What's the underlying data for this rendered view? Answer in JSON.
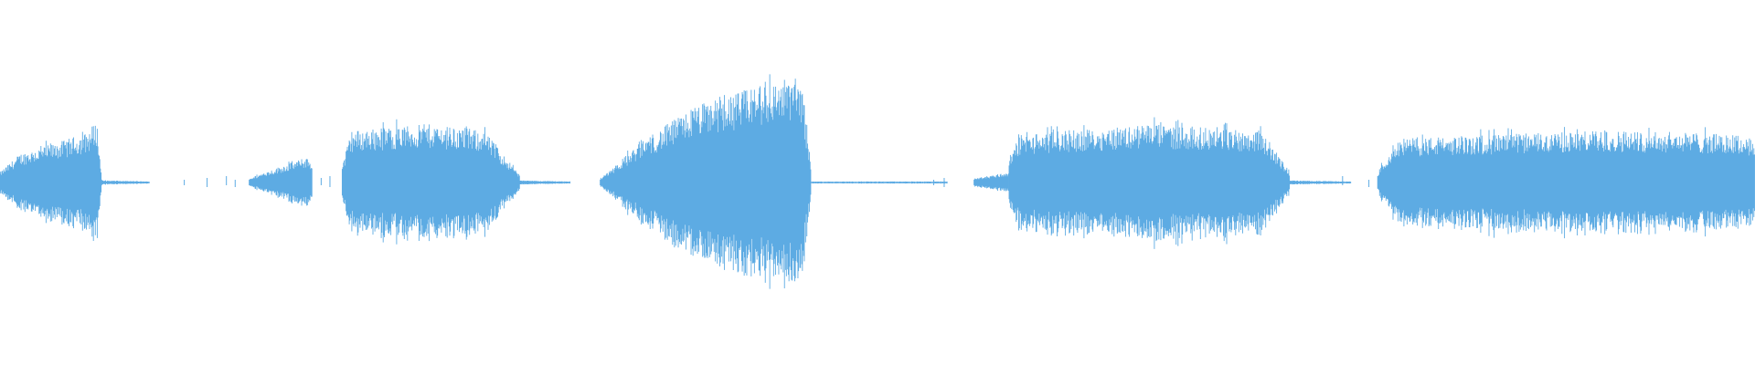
{
  "waveform": {
    "color": "#5dabe3",
    "background": "#ffffff",
    "duration_seconds": 100,
    "amplitude_range": [
      -1,
      1
    ],
    "segments": [
      {
        "start_s": 0.0,
        "end_s": 5.8,
        "shape": [
          [
            0,
            0.05
          ],
          [
            0.2,
            0.14
          ],
          [
            0.55,
            0.19
          ],
          [
            0.85,
            0.24
          ],
          [
            0.95,
            0.3
          ],
          [
            1,
            0.02
          ]
        ]
      },
      {
        "start_s": 5.8,
        "end_s": 8.5,
        "shape": [
          [
            0,
            0.01
          ],
          [
            1,
            0.005
          ]
        ]
      },
      {
        "start_s": 14.2,
        "end_s": 17.8,
        "shape": [
          [
            0,
            0.02
          ],
          [
            0.6,
            0.09
          ],
          [
            0.9,
            0.12
          ],
          [
            1,
            0.1
          ]
        ]
      },
      {
        "start_s": 19.5,
        "end_s": 29.6,
        "shape": [
          [
            0,
            0.08
          ],
          [
            0.05,
            0.25
          ],
          [
            0.3,
            0.27
          ],
          [
            0.5,
            0.28
          ],
          [
            0.8,
            0.25
          ],
          [
            1,
            0.04
          ]
        ]
      },
      {
        "start_s": 29.6,
        "end_s": 32.5,
        "shape": [
          [
            0,
            0.01
          ],
          [
            1,
            0.005
          ]
        ]
      },
      {
        "start_s": 34.2,
        "end_s": 46.2,
        "shape": [
          [
            0,
            0.02
          ],
          [
            0.2,
            0.2
          ],
          [
            0.45,
            0.37
          ],
          [
            0.7,
            0.45
          ],
          [
            0.95,
            0.52
          ],
          [
            1,
            0.1
          ]
        ]
      },
      {
        "start_s": 46.2,
        "end_s": 54.0,
        "shape": [
          [
            0,
            0.005
          ],
          [
            1,
            0.005
          ]
        ]
      },
      {
        "start_s": 55.5,
        "end_s": 57.5,
        "shape": [
          [
            0,
            0.02
          ],
          [
            1,
            0.05
          ]
        ]
      },
      {
        "start_s": 57.5,
        "end_s": 73.5,
        "shape": [
          [
            0,
            0.12
          ],
          [
            0.04,
            0.23
          ],
          [
            0.5,
            0.28
          ],
          [
            0.9,
            0.25
          ],
          [
            1,
            0.05
          ]
        ]
      },
      {
        "start_s": 73.5,
        "end_s": 77.0,
        "shape": [
          [
            0,
            0.01
          ],
          [
            1,
            0.005
          ]
        ]
      },
      {
        "start_s": 78.5,
        "end_s": 100.0,
        "shape": [
          [
            0,
            0.05
          ],
          [
            0.05,
            0.21
          ],
          [
            0.3,
            0.23
          ],
          [
            0.6,
            0.25
          ],
          [
            0.85,
            0.24
          ],
          [
            1,
            0.22
          ]
        ]
      }
    ]
  }
}
